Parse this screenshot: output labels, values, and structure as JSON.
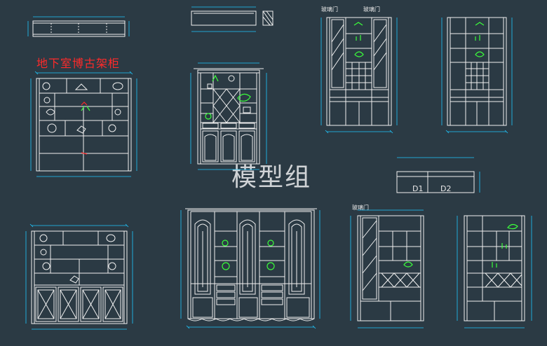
{
  "title": "地下室博古架柜",
  "watermark": "模型组",
  "labels": {
    "glass_door": "玻璃门",
    "d1": "D1",
    "d2": "D2"
  },
  "colors": {
    "background": "#2b3a44",
    "line": "#f0f0f0",
    "dimension": "#1ec8ff",
    "accent": "#ff2a2a",
    "green": "#3bff3b"
  }
}
